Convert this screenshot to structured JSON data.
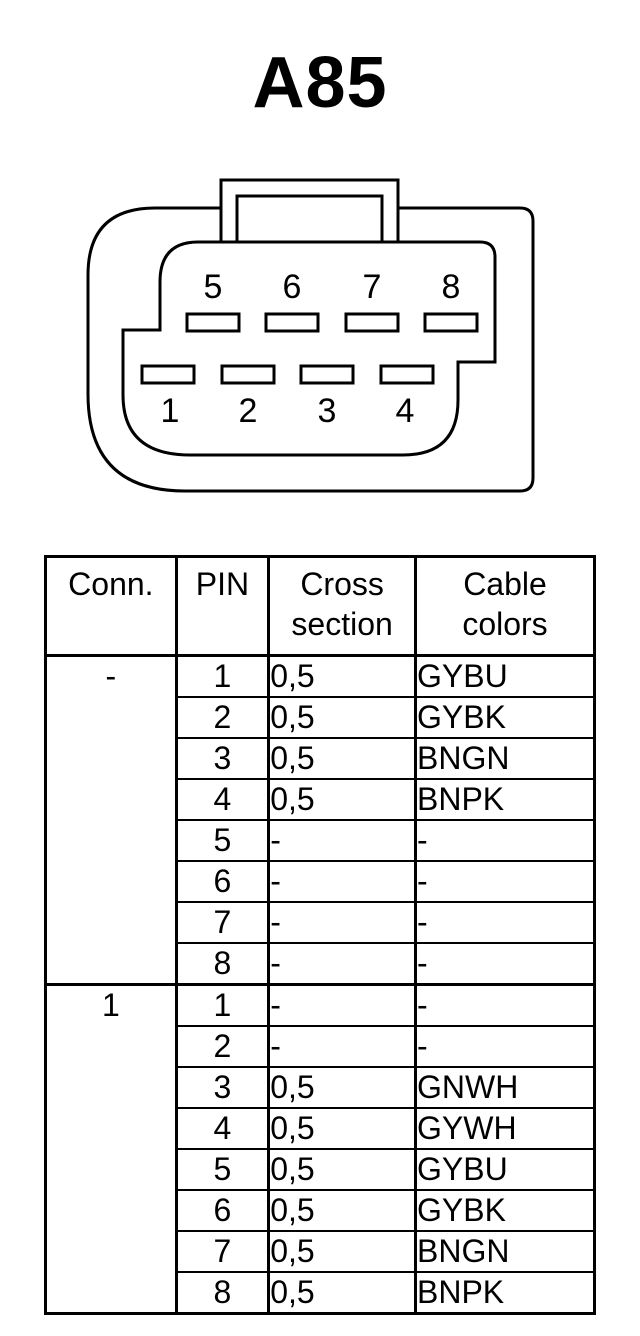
{
  "title": "A85",
  "connector": {
    "top_row_pins": [
      "5",
      "6",
      "7",
      "8"
    ],
    "bottom_row_pins": [
      "1",
      "2",
      "3",
      "4"
    ]
  },
  "table": {
    "headers": {
      "conn": "Conn.",
      "pin": "PIN",
      "cross_section": "Cross section",
      "cable_colors": "Cable colors"
    },
    "groups": [
      {
        "conn": "-",
        "rows": [
          {
            "pin": "1",
            "cross": "0,5",
            "color": "GYBU"
          },
          {
            "pin": "2",
            "cross": "0,5",
            "color": "GYBK"
          },
          {
            "pin": "3",
            "cross": "0,5",
            "color": "BNGN"
          },
          {
            "pin": "4",
            "cross": "0,5",
            "color": "BNPK"
          },
          {
            "pin": "5",
            "cross": "-",
            "color": "-"
          },
          {
            "pin": "6",
            "cross": "-",
            "color": "-"
          },
          {
            "pin": "7",
            "cross": "-",
            "color": "-"
          },
          {
            "pin": "8",
            "cross": "-",
            "color": "-"
          }
        ]
      },
      {
        "conn": "1",
        "rows": [
          {
            "pin": "1",
            "cross": "-",
            "color": "-"
          },
          {
            "pin": "2",
            "cross": "-",
            "color": "-"
          },
          {
            "pin": "3",
            "cross": "0,5",
            "color": "GNWH"
          },
          {
            "pin": "4",
            "cross": "0,5",
            "color": "GYWH"
          },
          {
            "pin": "5",
            "cross": "0,5",
            "color": "GYBU"
          },
          {
            "pin": "6",
            "cross": "0,5",
            "color": "GYBK"
          },
          {
            "pin": "7",
            "cross": "0,5",
            "color": "BNGN"
          },
          {
            "pin": "8",
            "cross": "0,5",
            "color": "BNPK"
          }
        ]
      }
    ]
  }
}
